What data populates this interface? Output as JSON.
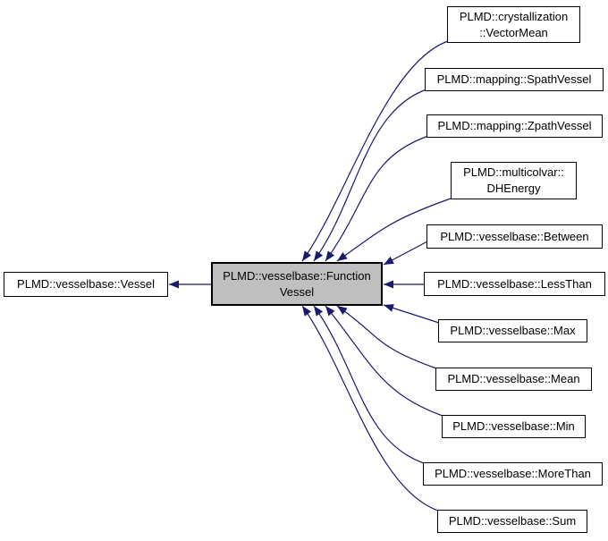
{
  "diagram": {
    "kind": "class-inheritance-graph",
    "base_node": {
      "label": "PLMD::vesselbase::Vessel"
    },
    "focus_node": {
      "label": "PLMD::vesselbase::Function\nVessel"
    },
    "derived_nodes": [
      {
        "label": "PLMD::crystallization\n::VectorMean"
      },
      {
        "label": "PLMD::mapping::SpathVessel"
      },
      {
        "label": "PLMD::mapping::ZpathVessel"
      },
      {
        "label": "PLMD::multicolvar::\nDHEnergy"
      },
      {
        "label": "PLMD::vesselbase::Between"
      },
      {
        "label": "PLMD::vesselbase::LessThan"
      },
      {
        "label": "PLMD::vesselbase::Max"
      },
      {
        "label": "PLMD::vesselbase::Mean"
      },
      {
        "label": "PLMD::vesselbase::Min"
      },
      {
        "label": "PLMD::vesselbase::MoreThan"
      },
      {
        "label": "PLMD::vesselbase::Sum"
      }
    ]
  },
  "colors": {
    "edge": "#191970",
    "node_border": "#000000",
    "node_fill": "#ffffff",
    "focus_fill": "#bfbfbf",
    "background": "#ffffff",
    "text": "#000000"
  }
}
